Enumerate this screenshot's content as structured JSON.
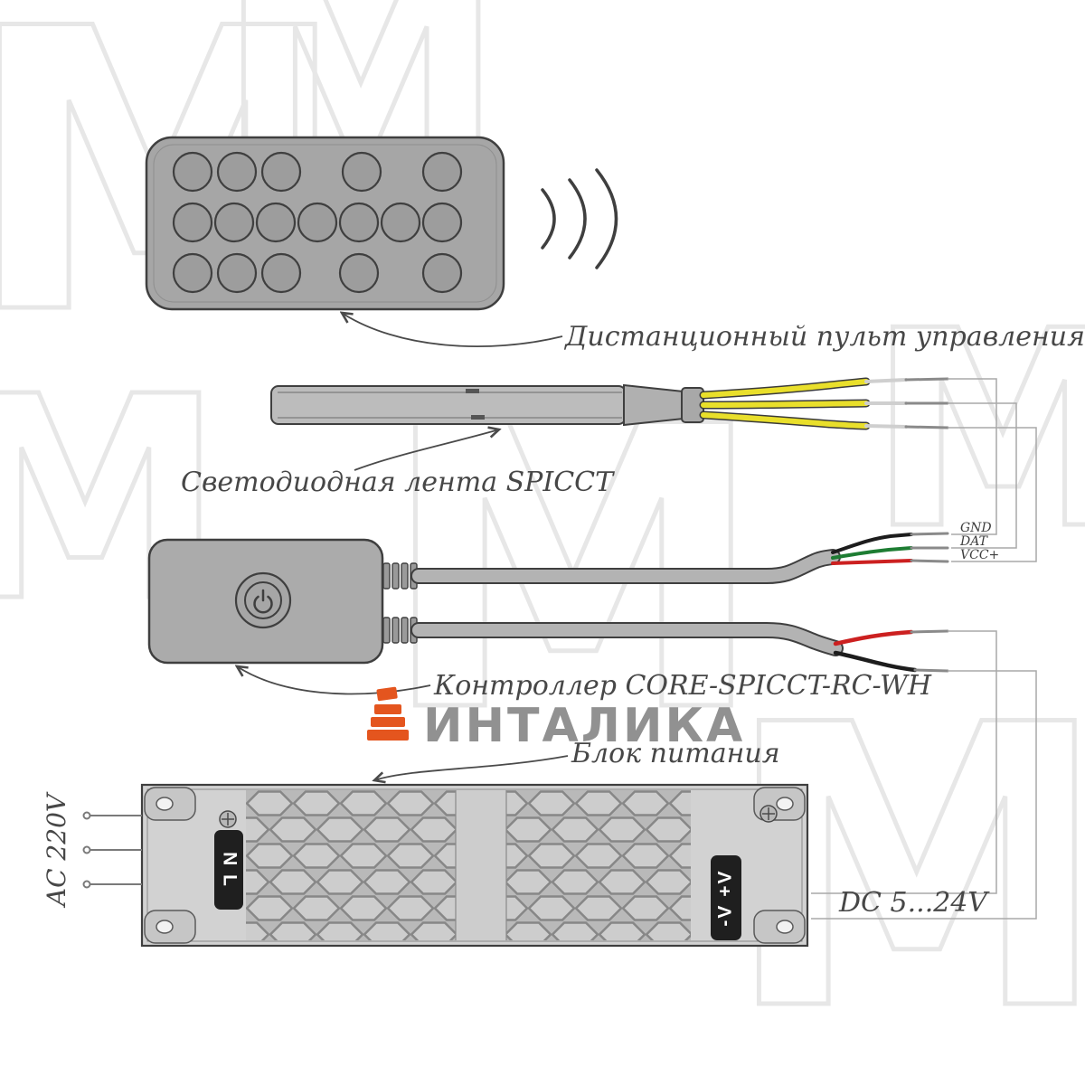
{
  "labels": {
    "remote": "Дистанционный пульт управления",
    "strip": "Светодиодная лента SPICCT",
    "controller": "Контроллер  CORE-SPICCT-RC-WH",
    "psu": "Блок питания",
    "ac": "AC 220V",
    "dc": "DC 5...24V",
    "gnd": "GND",
    "dat": "DAT",
    "vcc": "VCC+",
    "input_terminal": "N L",
    "output_terminal": "-V +V"
  },
  "logo": {
    "text": "ИНТАЛИКА",
    "accent": "#e4551e",
    "text_color": "#919191"
  },
  "colors": {
    "outline": "#3f3f3f",
    "body": "#ababab",
    "wire_yellow": "#e9df2b",
    "wire_red": "#cc2020",
    "wire_green": "#1e7d33",
    "wire_black": "#1d1d1d"
  }
}
